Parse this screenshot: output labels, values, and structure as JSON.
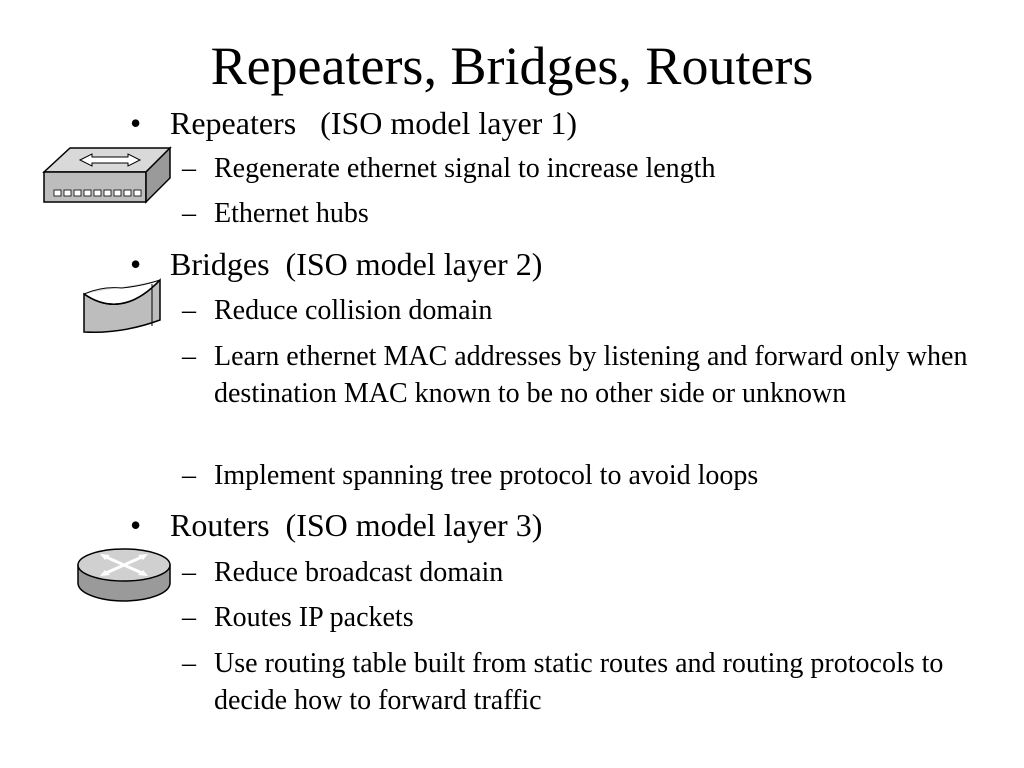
{
  "slide": {
    "title": "Repeaters, Bridges, Routers",
    "bullet_marker": "•",
    "sub_marker": "–",
    "sections": [
      {
        "heading": "Repeaters   (ISO model layer 1)",
        "icon": "hub-icon",
        "items": [
          "Regenerate ethernet signal to increase length",
          "Ethernet hubs"
        ]
      },
      {
        "heading": "Bridges  (ISO model layer 2)",
        "icon": "bridge-icon",
        "items": [
          "Reduce collision domain",
          "Learn ethernet MAC addresses by listening and forward only when destination MAC known to be no other side or unknown",
          "Implement spanning tree protocol to avoid loops"
        ]
      },
      {
        "heading": "Routers  (ISO model layer 3)",
        "icon": "router-icon",
        "items": [
          "Reduce broadcast domain",
          "Routes IP packets",
          "Use routing table built from static routes and routing protocols to decide how to forward traffic"
        ]
      }
    ]
  }
}
